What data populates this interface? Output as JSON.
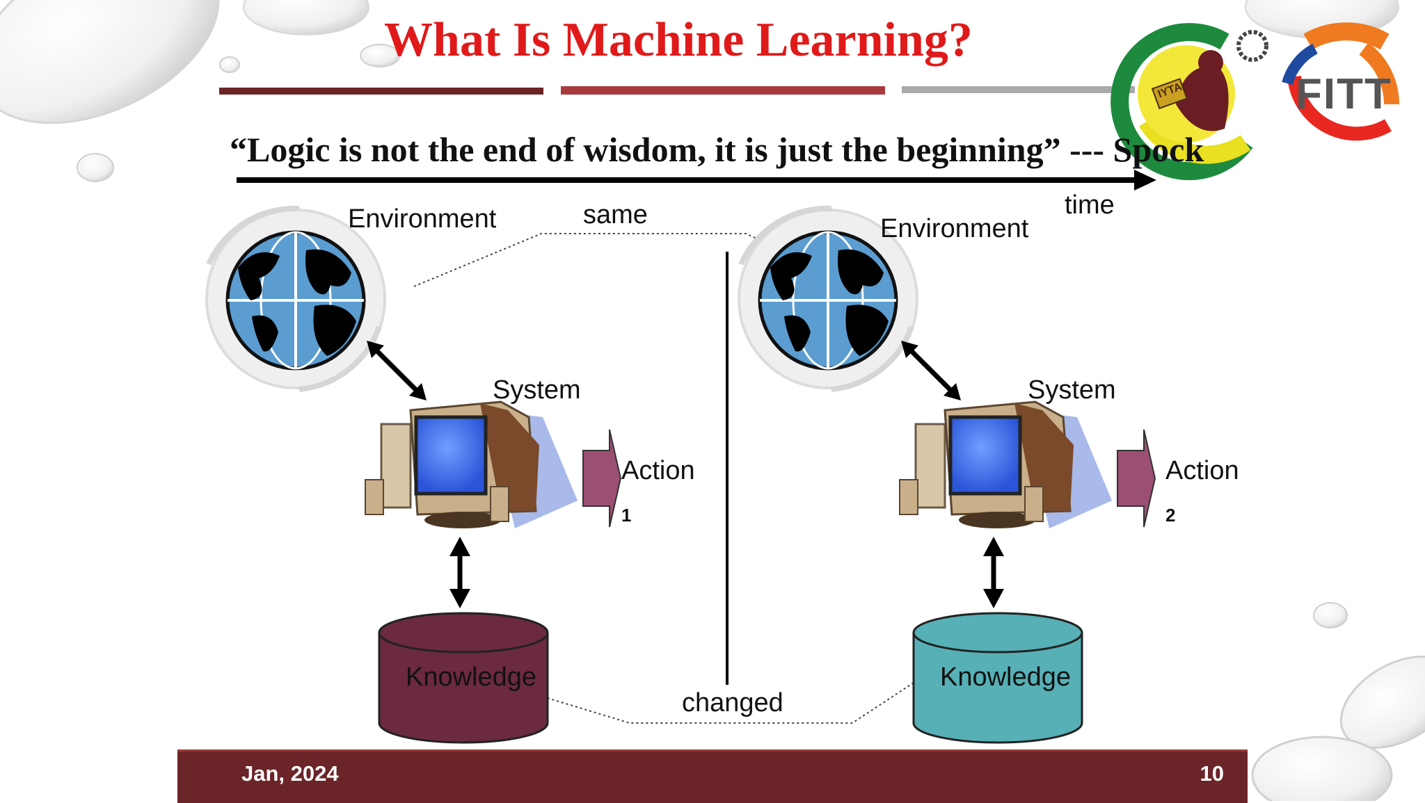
{
  "slide": {
    "title": "What Is Machine Learning?",
    "quote": "“Logic is not the end of wisdom, it is just the beginning” --- Spock",
    "time_label": "time",
    "same_label": "same",
    "changed_label": "changed"
  },
  "left_panel": {
    "environment_label": "Environment",
    "system_label": "System",
    "action_label": "Action",
    "action_number": "1",
    "knowledge_label": "Knowledge"
  },
  "right_panel": {
    "environment_label": "Environment",
    "system_label": "System",
    "action_label": "Action",
    "action_number": "2",
    "knowledge_label": "Knowledge"
  },
  "logo": {
    "text": "FITT",
    "badge_text": "IYTA"
  },
  "footer": {
    "date": "Jan, 2024",
    "page_number": "10"
  },
  "colors": {
    "title": "#e01a1a",
    "knowledge_left": "#6b2a3e",
    "knowledge_right": "#56b0b5",
    "footer": "#6b2428",
    "action_arrow": "#9b4f72"
  }
}
